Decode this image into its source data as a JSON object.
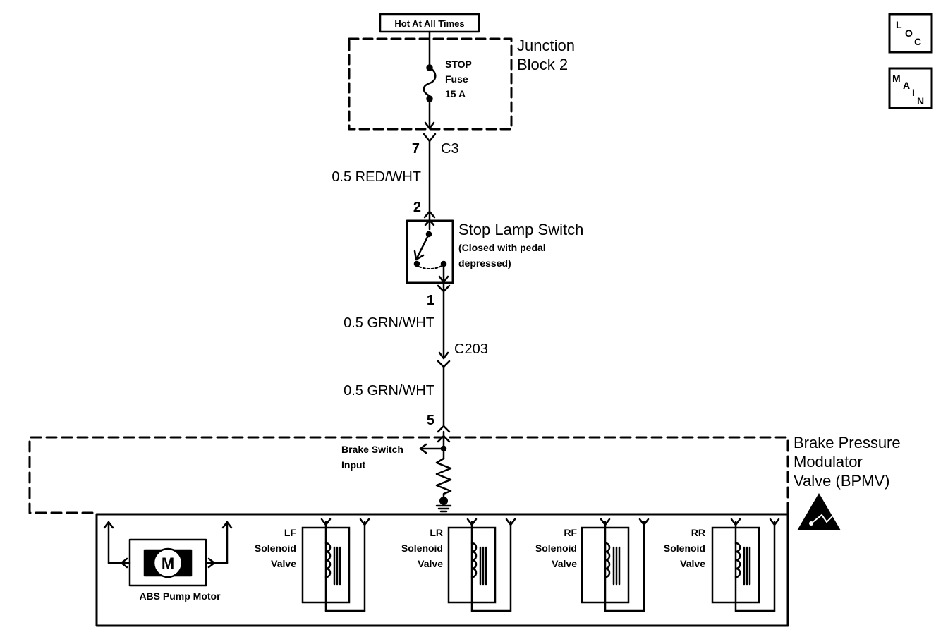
{
  "supply": {
    "label": "Hot At All Times"
  },
  "junction_block": {
    "name_line1": "Junction",
    "name_line2": "Block 2",
    "fuse_line1": "STOP",
    "fuse_line2": "Fuse",
    "fuse_line3": "15 A"
  },
  "connector_c3": {
    "pin": "7",
    "name": "C3"
  },
  "wire_1": {
    "label": "0.5 RED/WHT"
  },
  "stop_lamp_switch": {
    "pin_in": "2",
    "pin_out": "1",
    "name": "Stop Lamp Switch",
    "note_line1": "(Closed with pedal",
    "note_line2": "depressed)"
  },
  "wire_2": {
    "label": "0.5 GRN/WHT"
  },
  "connector_c203": {
    "name": "C203"
  },
  "wire_3": {
    "label": "0.5 GRN/WHT"
  },
  "bpmv": {
    "pin": "5",
    "name_line1": "Brake Pressure",
    "name_line2": "Modulator",
    "name_line3": "Valve (BPMV)",
    "input_line1": "Brake Switch",
    "input_line2": "Input"
  },
  "pump_motor": {
    "symbol": "M",
    "label": "ABS Pump Motor"
  },
  "valves": [
    {
      "line1": "LF",
      "line2": "Solenoid",
      "line3": "Valve"
    },
    {
      "line1": "LR",
      "line2": "Solenoid",
      "line3": "Valve"
    },
    {
      "line1": "RF",
      "line2": "Solenoid",
      "line3": "Valve"
    },
    {
      "line1": "RR",
      "line2": "Solenoid",
      "line3": "Valve"
    }
  ],
  "nav": {
    "loc": [
      "L",
      "O",
      "C"
    ],
    "main": [
      "M",
      "A",
      "I",
      "N"
    ]
  },
  "icons": [
    "esd-warning-icon",
    "ground-icon",
    "fuse-icon",
    "coil-icon",
    "switch-icon"
  ]
}
